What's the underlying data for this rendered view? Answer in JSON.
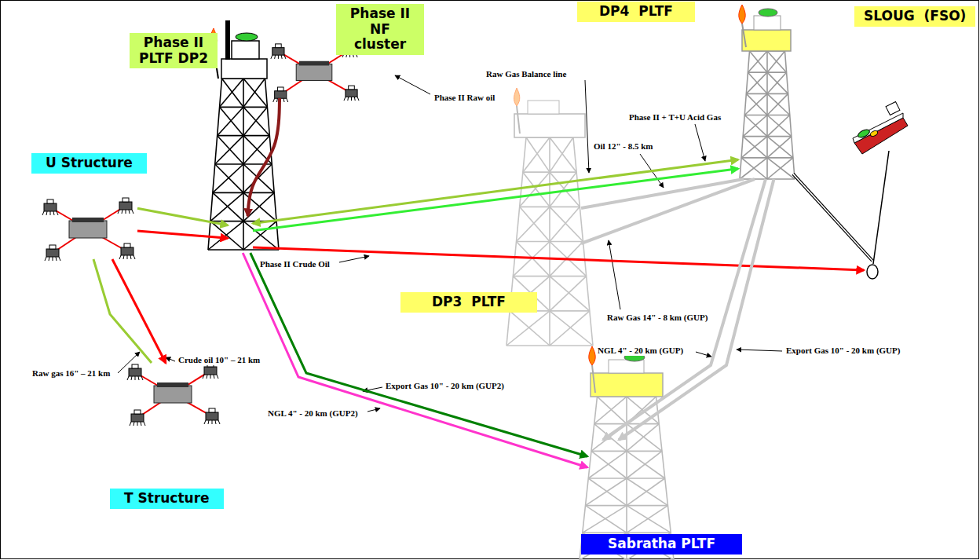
{
  "diagram": {
    "nodes": [
      {
        "text": [
          "Phase II PLTF DP2"
        ]
      },
      {
        "text": [
          "Phase II NF cluster"
        ]
      },
      {
        "text": [
          "DP4  PLTF"
        ]
      },
      {
        "text": [
          "SLOUG  (FSO)"
        ]
      },
      {
        "text": [
          "U Structure"
        ]
      },
      {
        "text": [
          "T Structure"
        ]
      },
      {
        "text": [
          "DP3  PLTF"
        ]
      },
      {
        "text": [
          "Sabratha PLTF"
        ]
      }
    ],
    "edges": [
      {
        "from": 1,
        "to": 0,
        "arrow": "to",
        "label": "Phase II Raw oil"
      },
      {
        "from": 4,
        "to": 0,
        "arrow": "to"
      },
      {
        "from": 4,
        "to": 0,
        "arrow": "to"
      },
      {
        "from": 4,
        "to": 5,
        "arrow": "to",
        "label": "Crude oil 10\" – 21 km"
      },
      {
        "from": 4,
        "to": 5,
        "arrow": "none",
        "label": "Raw gas 16\" – 21 km"
      },
      {
        "from": 0,
        "to": 2,
        "arrow": "both",
        "label": "Raw Gas Balance line"
      },
      {
        "from": 0,
        "to": 2,
        "arrow": "to",
        "label": "Phase II + T+U Acid Gas"
      },
      {
        "from": 0,
        "to": 3,
        "arrow": "to",
        "label": "Phase II Crude Oil"
      },
      {
        "from": 0,
        "to": 7,
        "arrow": "to",
        "label": "Export Gas 10\" - 20 km (GUP2)"
      },
      {
        "from": 0,
        "to": 7,
        "arrow": "to",
        "label": "NGL 4\" - 20 km (GUP2)"
      },
      {
        "from": 6,
        "to": 2,
        "arrow": "none",
        "label": "Oil 12\" - 8.5 km"
      },
      {
        "from": 6,
        "to": 2,
        "arrow": "none",
        "label": "Raw Gas 14\" - 8 km (GUP)"
      },
      {
        "from": 2,
        "to": 7,
        "arrow": "to",
        "label": "NGL 4\" - 20 km (GUP)"
      },
      {
        "from": 2,
        "to": 7,
        "arrow": "to",
        "label": "Export Gas 10\" - 20 km (GUP)"
      },
      {
        "from": 2,
        "to": 3,
        "arrow": "none"
      }
    ]
  }
}
